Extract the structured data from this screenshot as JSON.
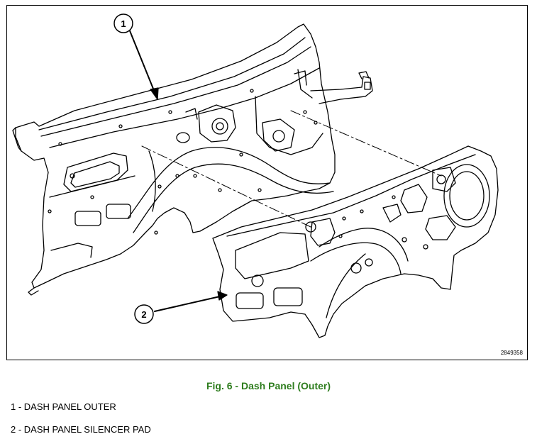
{
  "figure": {
    "callouts": [
      "1",
      "2"
    ],
    "figure_id": "2849358",
    "caption": "Fig. 6 - Dash Panel (Outer)"
  },
  "legend": [
    "1 - DASH PANEL OUTER",
    "2 - DASH PANEL SILENCER PAD"
  ]
}
